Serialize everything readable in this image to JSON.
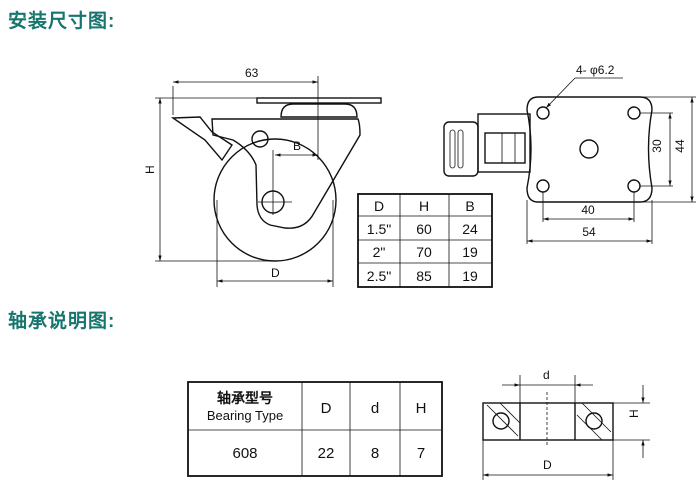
{
  "headings": {
    "install": "安装尺寸图:",
    "bearing": "轴承说明图:"
  },
  "side_view": {
    "width_dim": "63",
    "height_label": "H",
    "offset_label": "B",
    "diameter_label": "D"
  },
  "top_view": {
    "hole_label": "4- φ6.2",
    "hole_spacing_v": "30",
    "plate_height": "44",
    "hole_spacing_h": "40",
    "plate_width": "54"
  },
  "size_table": {
    "headers": [
      "D",
      "H",
      "B"
    ],
    "rows": [
      [
        "1.5\"",
        "60",
        "24"
      ],
      [
        "2\"",
        "70",
        "19"
      ],
      [
        "2.5\"",
        "85",
        "19"
      ]
    ]
  },
  "bearing_table": {
    "header_cn": "轴承型号",
    "header_en": "Bearing Type",
    "headers": [
      "D",
      "d",
      "H"
    ],
    "row": [
      "608",
      "22",
      "8",
      "7"
    ]
  },
  "bearing_drawing": {
    "inner_label": "d",
    "outer_label": "D",
    "height_label": "H"
  }
}
